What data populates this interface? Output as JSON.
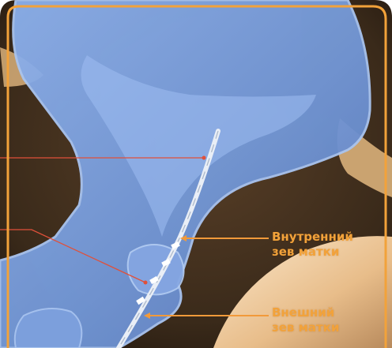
{
  "labels": {
    "internal_os": [
      "Внутренний",
      "зев матки"
    ],
    "external_os": [
      "Внешний",
      "зев матки"
    ]
  },
  "colors": {
    "frame_border": "#f2a23a",
    "background_dark": "#3a2a1a",
    "uterus_blue": "#7fa3e0",
    "uterus_edge": "#a9c4f0",
    "ovary_beige": "#d9b07a",
    "flesh_light": "#f2d2a8",
    "callout_orange": "#f29a3a",
    "callout_red": "#e0503a",
    "label_text": "#f2a23a"
  },
  "icons": {
    "catheter": "iud-inserter-tube"
  }
}
